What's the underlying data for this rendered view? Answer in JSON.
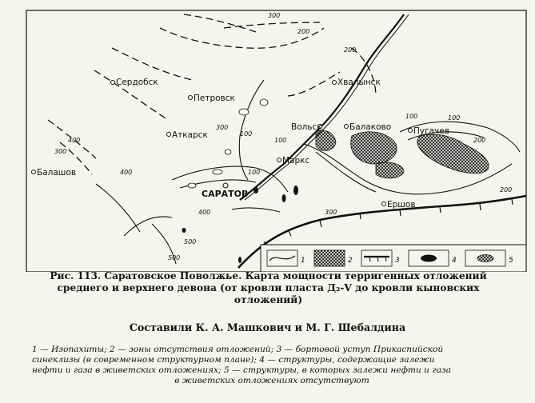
{
  "cities": [
    {
      "name": "Сердобск"
    },
    {
      "name": "Петровск"
    },
    {
      "name": "Хвалынск"
    },
    {
      "name": "Вольск"
    },
    {
      "name": "Балаково"
    },
    {
      "name": "Пугачев"
    },
    {
      "name": "Аткарск"
    },
    {
      "name": "Маркс"
    },
    {
      "name": "Балашов"
    },
    {
      "name": "САРАТОВ"
    },
    {
      "name": "Ершов"
    }
  ],
  "isopach_labels": [
    "300",
    "200",
    "300",
    "400",
    "500",
    "400",
    "300",
    "100",
    "100",
    "200",
    "100",
    "100",
    "300",
    "400",
    "500",
    "200",
    "100",
    "200"
  ],
  "legend_box": [
    "1",
    "2",
    "3",
    "4",
    "5"
  ],
  "caption": {
    "line1": "Рис. 113. Саратовское Поволжье. Карта мощности терригенных отложений",
    "line2": "среднего и верхнего девона (от кровли пласта Д₂-V до кровли кыновских",
    "line3": "отложений)",
    "authors": "Составили К. А. Машкович и М. Г. Шебалдина"
  },
  "legend_text": {
    "line1": "1 — Изопахиты; 2 — зоны отсутствия отложений; 3 — бортовой уступ Прикаспийской",
    "line2": "синеклизы (в современном структурном плане); 4 — структуры, содержащие залежи",
    "line3": "нефти и газа в живетских отложениях; 5 — структуры, в которых залежи нефти и газа",
    "line4": "в живетских отложениях отсутствуют"
  }
}
